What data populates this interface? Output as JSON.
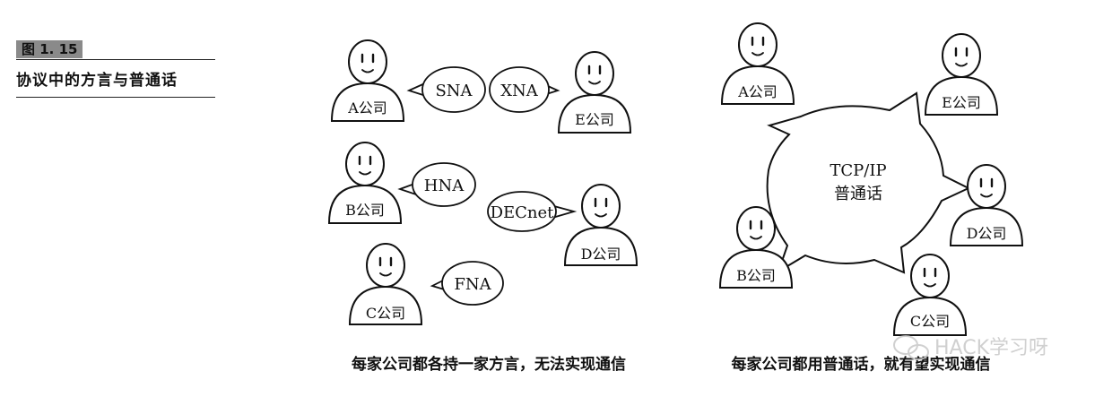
{
  "figure": {
    "number": "图 1. 15",
    "title": "协议中的方言与普通话"
  },
  "left": {
    "persons": {
      "a": "A公司",
      "e": "E公司",
      "b": "B公司",
      "d": "D公司",
      "c": "C公司"
    },
    "bubbles": {
      "sna": "SNA",
      "xna": "XNA",
      "hna": "HNA",
      "decnet": "DECnet",
      "fna": "FNA"
    },
    "caption": "每家公司都各持一家方言，无法实现通信"
  },
  "right": {
    "persons": {
      "a": "A公司",
      "e": "E公司",
      "d": "D公司",
      "b": "B公司",
      "c": "C公司"
    },
    "center_line1": "TCP/IP",
    "center_line2": "普通话",
    "caption": "每家公司都用普通话，就有望实现通信"
  },
  "watermark": "HACK学习呀",
  "colors": {
    "ink": "#111111",
    "paper": "#ffffff",
    "label_box": "#8a8a8a",
    "watermark": "#c8c8c8"
  }
}
